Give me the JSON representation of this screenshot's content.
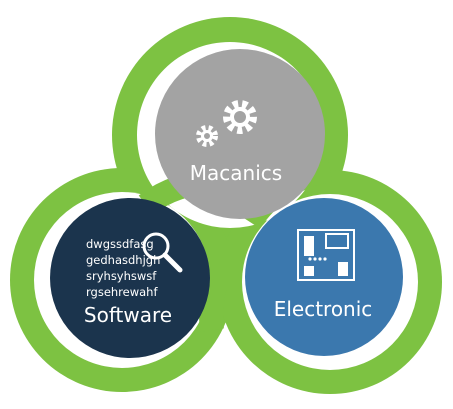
{
  "colors": {
    "ring_green": "#7dc242",
    "mechanics_gray": "#a3a3a3",
    "software_navy": "#1b344d",
    "electronic_blue": "#3b78ae",
    "white": "#ffffff"
  },
  "nodes": {
    "mechanics": {
      "label": "Macanics",
      "icon": "gears-icon"
    },
    "software": {
      "label": "Software",
      "icon": "magnifier-icon",
      "code_lines": [
        "dwgssdfasg",
        "gedhasdhjgh",
        "sryhsyhswsf",
        "rgsehrewahf"
      ]
    },
    "electronic": {
      "label": "Electronic",
      "icon": "circuit-board-icon"
    }
  }
}
